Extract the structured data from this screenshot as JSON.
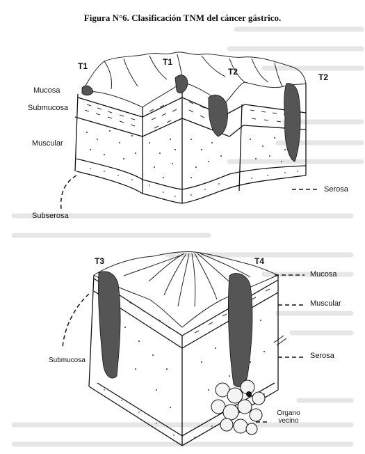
{
  "figure": {
    "title": "Figura N°6. Clasificación TNM del cáncer gástrico."
  },
  "top_diagram": {
    "stage_labels": [
      "T1",
      "T1",
      "T2",
      "T2"
    ],
    "layer_labels": {
      "mucosa": "Mucosa",
      "submucosa": "Submucosa",
      "muscular": "Muscular",
      "serosa": "Serosa",
      "subserosa": "Subserosa"
    }
  },
  "bottom_diagram": {
    "stage_labels": [
      "T3",
      "T4"
    ],
    "layer_labels": {
      "mucosa": "Mucosa",
      "muscular": "Muscular",
      "serosa": "Serosa",
      "submucosa": "Submucosa",
      "organo_vecino_line1": "Organo",
      "organo_vecino_line2": "vecino"
    }
  }
}
